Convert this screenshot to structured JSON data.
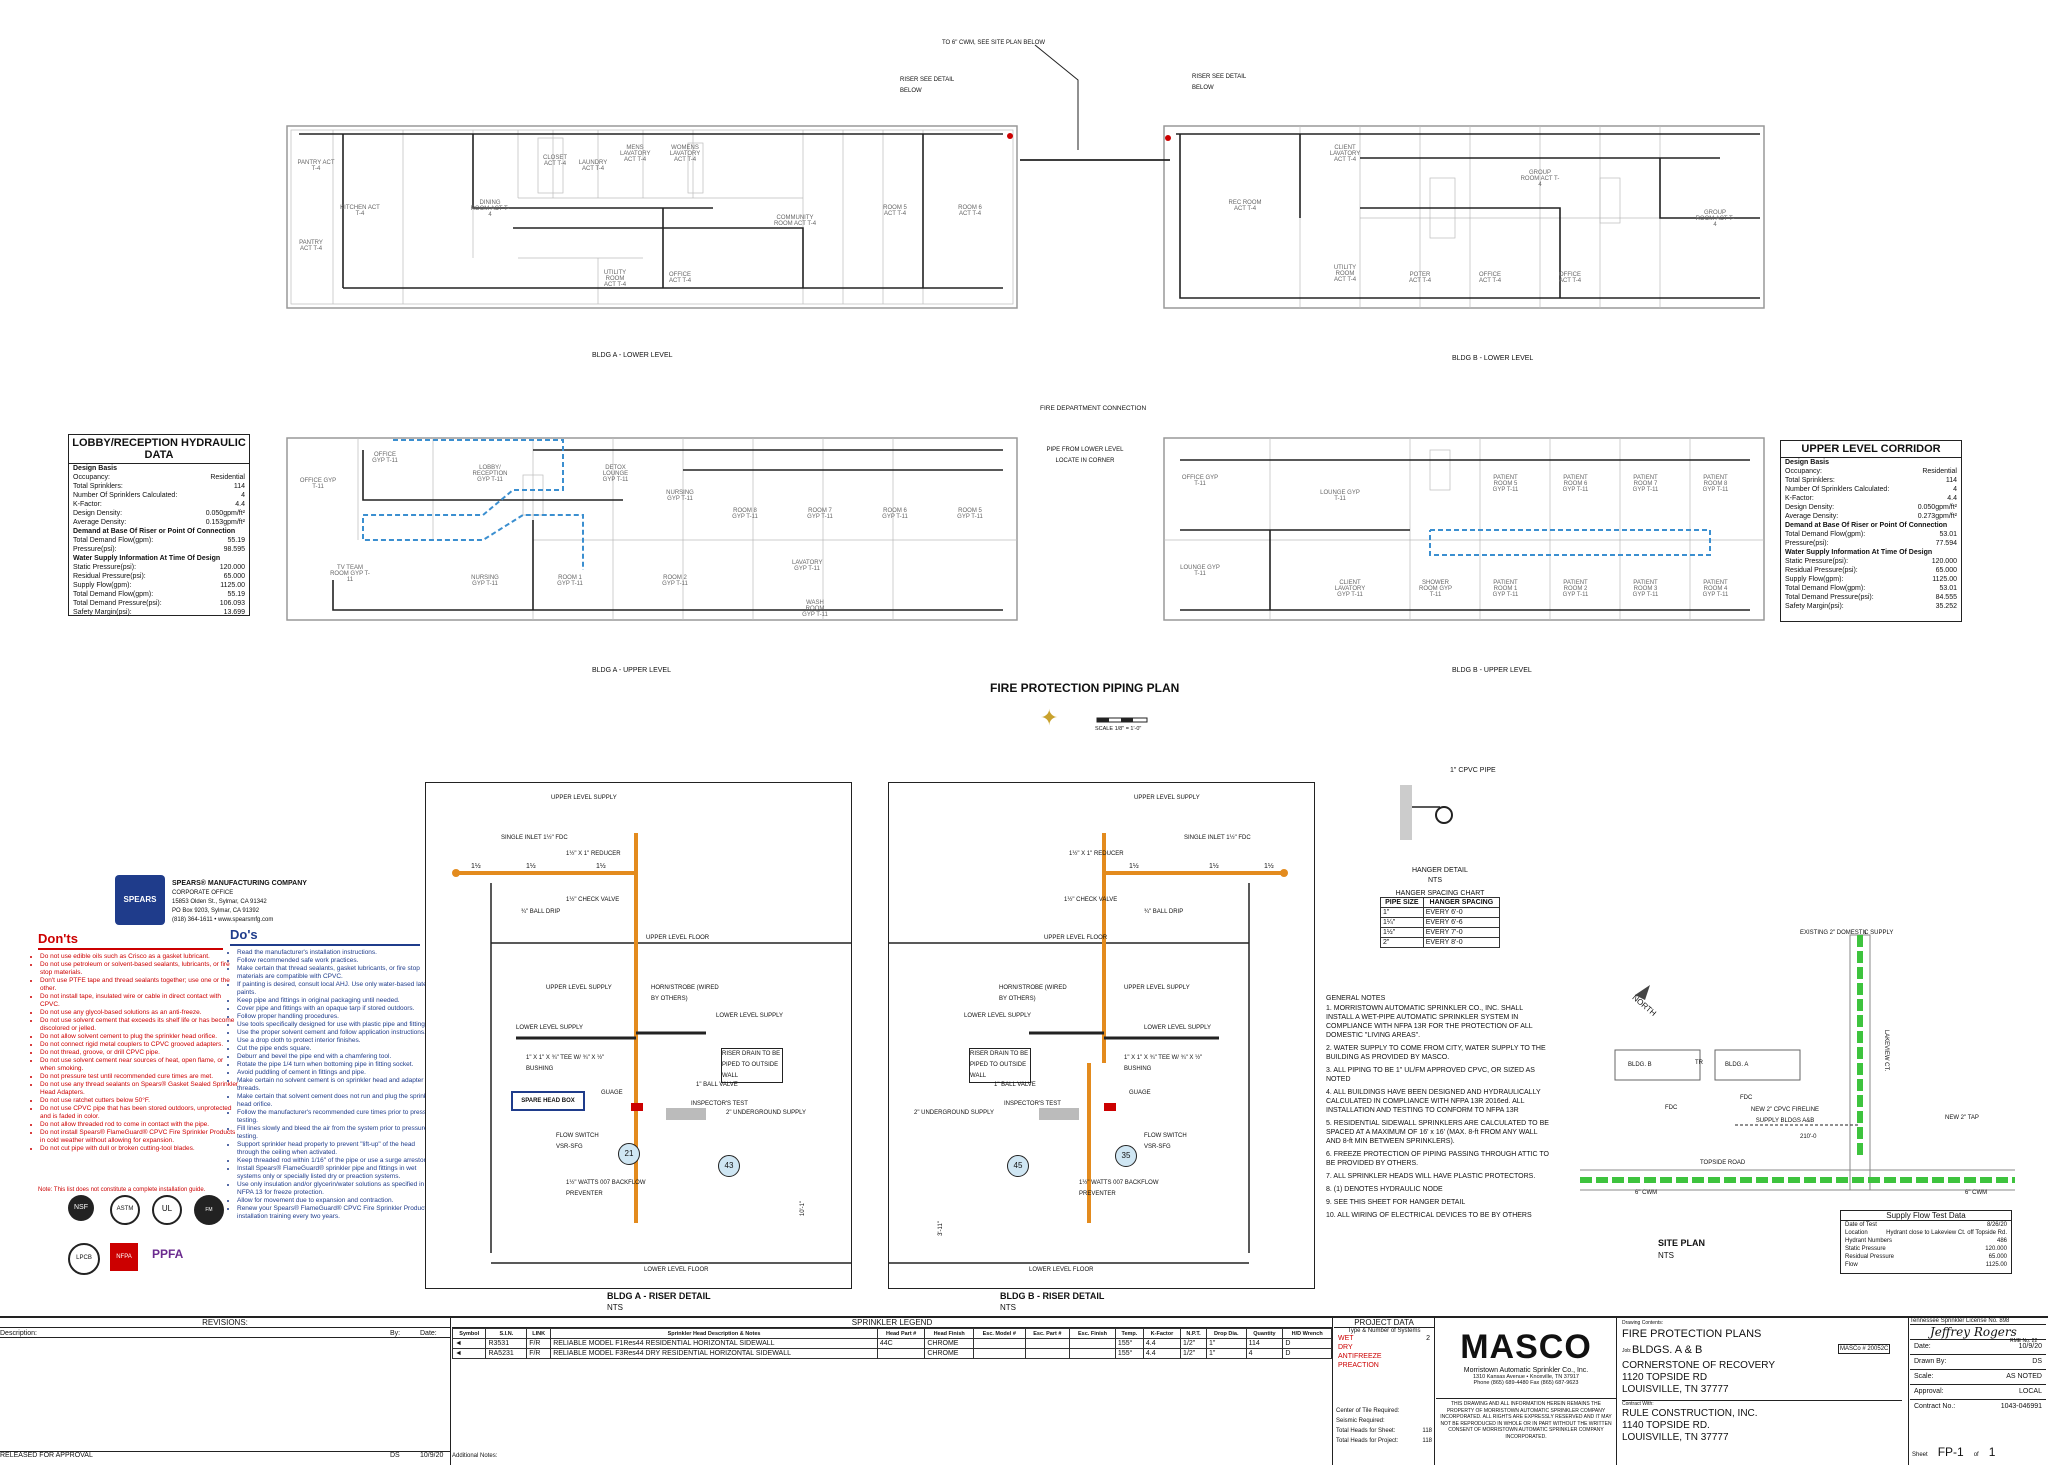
{
  "title": "FIRE PROTECTION PIPING PLAN",
  "plan_labels": {
    "bldg_a_lower": "BLDG A - LOWER LEVEL",
    "bldg_b_lower": "BLDG B - LOWER LEVEL",
    "bldg_a_upper": "BLDG A - UPPER LEVEL",
    "bldg_b_upper": "BLDG B - UPPER LEVEL",
    "to_cwm": "TO 6\" CWM, SEE SITE PLAN BELOW",
    "riser_a": "RISER SEE DETAIL BELOW",
    "riser_b": "RISER SEE DETAIL BELOW",
    "fdc": "FIRE DEPARTMENT CONNECTION",
    "pipe_from_lower": "PIPE FROM LOWER LEVEL LOCATE IN CORNER",
    "scale": "SCALE 1/8\" = 1'-0\""
  },
  "rooms_a_lower": [
    "PANTRY ACT T-4",
    "KITCHEN ACT T-4",
    "DINING ROOM ACT T-4",
    "CLOSET ACT T-4",
    "LAUNDRY ACT T-4",
    "MENS LAVATORY ACT T-4",
    "WOMENS LAVATORY ACT T-4",
    "COMMUNITY ROOM ACT T-4",
    "ROOM 5 ACT T-4",
    "ROOM 6 ACT T-4",
    "UTILITY ROOM ACT T-4",
    "OFFICE ACT T-4",
    "PANTRY ACT T-4"
  ],
  "rooms_b_lower": [
    "REC ROOM ACT T-4",
    "CLIENT LAVATORY ACT T-4",
    "GROUP ROOM ACT T-4",
    "UTILITY ROOM ACT T-4",
    "POTER ACT T-4",
    "OFFICE ACT T-4",
    "OFFICE ACT T-4",
    "GROUP ROOM ACT T-4"
  ],
  "rooms_a_upper": [
    "OFFICE GYP T-11",
    "OFFICE GYP T-11",
    "LOBBY/ RECEPTION GYP T-11",
    "DETOX LOUNGE GYP T-11",
    "NURSING GYP T-11",
    "ROOM 8 GYP T-11",
    "ROOM 7 GYP T-11",
    "ROOM 6 GYP T-11",
    "ROOM 5 GYP T-11",
    "TV TEAM ROOM GYP T-11",
    "NURSING GYP T-11",
    "ROOM 1 GYP T-11",
    "ROOM 2 GYP T-11",
    "LAVATORY GYP T-11",
    "WASH ROOM GYP T-11"
  ],
  "rooms_b_upper": [
    "OFFICE GYP T-11",
    "LOUNGE GYP T-11",
    "PATIENT ROOM 5 GYP T-11",
    "PATIENT ROOM 6 GYP T-11",
    "PATIENT ROOM 7 GYP T-11",
    "PATIENT ROOM 8 GYP T-11",
    "LOUNGE GYP T-11",
    "CLIENT LAVATORY GYP T-11",
    "SHOWER ROOM GYP T-11",
    "PATIENT ROOM 1 GYP T-11",
    "PATIENT ROOM 2 GYP T-11",
    "PATIENT ROOM 3 GYP T-11",
    "PATIENT ROOM 4 GYP T-11"
  ],
  "lobby_calc": {
    "title": "LOBBY/RECEPTION HYDRAULIC DATA",
    "rows": [
      [
        "Design Basis",
        ""
      ],
      [
        "Occupancy:",
        "Residential"
      ],
      [
        "Total Sprinklers:",
        "114"
      ],
      [
        "Number Of Sprinklers Calculated:",
        "4"
      ],
      [
        "K-Factor:",
        "4.4"
      ],
      [
        "Design Density:",
        "0.050gpm/ft²"
      ],
      [
        "Average Density:",
        "0.153gpm/ft²"
      ],
      [
        "Demand at Base Of Riser or Point Of Connection",
        ""
      ],
      [
        "Total Demand Flow(gpm):",
        "55.19"
      ],
      [
        "Pressure(psi):",
        "98.595"
      ],
      [
        "Water Supply Information At Time Of Design",
        ""
      ],
      [
        "Static Pressure(psi):",
        "120.000"
      ],
      [
        "Residual Pressure(psi):",
        "65.000"
      ],
      [
        "Supply Flow(gpm):",
        "1125.00"
      ],
      [
        "Total Demand Flow(gpm):",
        "55.19"
      ],
      [
        "Total Demand Pressure(psi):",
        "106.093"
      ],
      [
        "Safety Margin(psi):",
        "13.699"
      ]
    ]
  },
  "corridor_calc": {
    "title": "UPPER LEVEL CORRIDOR",
    "rows": [
      [
        "Design Basis",
        ""
      ],
      [
        "Occupancy:",
        "Residential"
      ],
      [
        "Total Sprinklers:",
        "114"
      ],
      [
        "Number Of Sprinklers Calculated:",
        "4"
      ],
      [
        "K-Factor:",
        "4.4"
      ],
      [
        "Design Density:",
        "0.050gpm/ft²"
      ],
      [
        "Average Density:",
        "0.273gpm/ft²"
      ],
      [
        "Demand at Base Of Riser or Point Of Connection",
        ""
      ],
      [
        "Total Demand Flow(gpm):",
        "53.01"
      ],
      [
        "Pressure(psi):",
        "77.594"
      ],
      [
        "Water Supply Information At Time Of Design",
        ""
      ],
      [
        "Static Pressure(psi):",
        "120.000"
      ],
      [
        "Residual Pressure(psi):",
        "65.000"
      ],
      [
        "Supply Flow(gpm):",
        "1125.00"
      ],
      [
        "Total Demand Flow(gpm):",
        "53.01"
      ],
      [
        "Total Demand Pressure(psi):",
        "84.555"
      ],
      [
        "Safety Margin(psi):",
        "35.252"
      ]
    ]
  },
  "spears": {
    "name": "SPEARS® MANUFACTURING COMPANY",
    "office": "CORPORATE OFFICE",
    "addr1": "15853 Olden St., Sylmar, CA 91342",
    "addr2": "PO Box 9203, Sylmar, CA 91392",
    "phone": "(818) 364-1611 • www.spearsmfg.com",
    "logo_text": "SPEARS"
  },
  "donts_title": "Don'ts",
  "donts": [
    "Do not use edible oils such as Crisco as a gasket lubricant.",
    "Do not use petroleum or solvent-based sealants, lubricants, or fire stop materials.",
    "Don't use PTFE tape and thread sealants together; use one or the other.",
    "Do not install tape, insulated wire or cable in direct contact with CPVC.",
    "Do not use any glycol-based solutions as an anti-freeze.",
    "Do not use solvent cement that exceeds its shelf life or has become discolored or jelled.",
    "Do not allow solvent cement to plug the sprinkler head orifice.",
    "Do not connect rigid metal couplers to CPVC grooved adapters.",
    "Do not thread, groove, or drill CPVC pipe.",
    "Do not use solvent cement near sources of heat, open flame, or when smoking.",
    "Do not pressure test until recommended cure times are met.",
    "Do not use any thread sealants on Spears® Gasket Sealed Sprinkler Head Adapters.",
    "Do not use ratchet cutters below 50°F.",
    "Do not use CPVC pipe that has been stored outdoors, unprotected and is faded in color.",
    "Do not allow threaded rod to come in contact with the pipe.",
    "Do not install Spears® FlameGuard® CPVC Fire Sprinkler Products in cold weather without allowing for expansion.",
    "Do not cut pipe with dull or broken cutting-tool blades."
  ],
  "donts_note": "Note: This list does not constitute a complete installation guide.",
  "dos_title": "Do's",
  "dos": [
    "Read the manufacturer's installation instructions.",
    "Follow recommended safe work practices.",
    "Make certain that thread sealants, gasket lubricants, or fire stop materials are compatible with CPVC.",
    "If painting is desired, consult local AHJ. Use only water-based latex paints.",
    "Keep pipe and fittings in original packaging until needed.",
    "Cover pipe and fittings with an opaque tarp if stored outdoors.",
    "Follow proper handling procedures.",
    "Use tools specifically designed for use with plastic pipe and fittings.",
    "Use the proper solvent cement and follow application instructions.",
    "Use a drop cloth to protect interior finishes.",
    "Cut the pipe ends square.",
    "Deburr and bevel the pipe end with a chamfering tool.",
    "Rotate the pipe 1/4 turn when bottoming pipe in fitting socket.",
    "Avoid puddling of cement in fittings and pipe.",
    "Make certain no solvent cement is on sprinkler head and adapter threads.",
    "Make certain that solvent cement does not run and plug the sprinkler head orifice.",
    "Follow the manufacturer's recommended cure times prior to pressure testing.",
    "Fill lines slowly and bleed the air from the system prior to pressure testing.",
    "Support sprinkler head properly to prevent \"lift-up\" of the head through the ceiling when activated.",
    "Keep threaded rod within 1/16\" of the pipe or use a surge arrestor.",
    "Install Spears® FlameGuard® sprinkler pipe and fittings in wet systems only or specially listed dry or preaction systems.",
    "Use only insulation and/or glycerin/water solutions as specified in NFPA 13 for freeze protection.",
    "Allow for movement due to expansion and contraction.",
    "Renew your Spears® FlameGuard® CPVC Fire Sprinkler Products installation training every two years."
  ],
  "badges": [
    "NSF",
    "ASTM",
    "UL",
    "FM APPROVED",
    "LPCB",
    "NFPA",
    "PPFA"
  ],
  "riser_a": {
    "title": "BLDG A - RISER DETAIL",
    "nts": "NTS",
    "labels": {
      "uls": "UPPER LEVEL SUPPLY",
      "fdc": "SINGLE INLET 1½\" FDC",
      "reducer": "1½\" X 1\" REDUCER",
      "check": "1½\" CHECK VALVE",
      "drip": "¾\" BALL DRIP",
      "ulf": "UPPER LEVEL FLOOR",
      "uls2": "UPPER LEVEL SUPPLY",
      "horn": "HORN/STROBE (WIRED BY OTHERS)",
      "lls": "LOWER LEVEL SUPPLY",
      "lls2": "LOWER LEVEL SUPPLY",
      "tee": "1\" X 1\" X ¾\" TEE W/ ¾\" X ½\" BUSHING",
      "drain": "RISER DRAIN TO BE PIPED TO OUTSIDE WALL",
      "ball": "1\" BALL VALVE",
      "gauge": "GUAGE",
      "insp": "INSPECTOR'S TEST",
      "ug": "2\" UNDERGROUND SUPPLY",
      "flow": "FLOW SWITCH VSR-SFG",
      "backflow": "1½\" WATTS 007 BACKFLOW PREVENTER",
      "llf": "LOWER LEVEL FLOOR",
      "spare": "SPARE HEAD BOX",
      "pipe1": "1½",
      "pipe2": "1½",
      "pipe3": "1½",
      "node1": "21",
      "node2": "43",
      "dim": "10'-1\""
    }
  },
  "riser_b": {
    "title": "BLDG B - RISER DETAIL",
    "nts": "NTS",
    "labels": {
      "uls": "UPPER LEVEL SUPPLY",
      "fdc": "SINGLE INLET 1½\" FDC",
      "reducer": "1½\" X 1\" REDUCER",
      "check": "1½\" CHECK VALVE",
      "drip": "¾\" BALL DRIP",
      "ulf": "UPPER LEVEL FLOOR",
      "uls2": "UPPER LEVEL SUPPLY",
      "horn": "HORN/STROBE (WIRED BY OTHERS)",
      "lls": "LOWER LEVEL SUPPLY",
      "lls2": "LOWER LEVEL SUPPLY",
      "tee": "1\" X 1\" X ¾\" TEE W/ ¾\" X ½\" BUSHING",
      "drain": "RISER DRAIN TO BE PIPED TO OUTSIDE WALL",
      "ball": "1\" BALL VALVE",
      "gauge": "GUAGE",
      "insp": "INSPECTOR'S TEST",
      "ug": "2\" UNDERGROUND SUPPLY",
      "flow": "FLOW SWITCH VSR-SFG",
      "backflow": "1½\" WATTS 007 BACKFLOW PREVENTER",
      "llf": "LOWER LEVEL FLOOR",
      "pipe1": "1½",
      "pipe2": "1½",
      "pipe3": "1½",
      "node1": "45",
      "node2": "35",
      "dim": "3'-11\""
    }
  },
  "hanger": {
    "pipe_label": "1\" CPVC PIPE",
    "title": "HANGER DETAIL",
    "nts": "NTS",
    "chart_title": "HANGER SPACING CHART",
    "headers": [
      "PIPE SIZE",
      "HANGER SPACING"
    ],
    "rows": [
      [
        "1\"",
        "EVERY 6'-0"
      ],
      [
        "1¼\"",
        "EVERY 6'-6"
      ],
      [
        "1½\"",
        "EVERY 7'-0"
      ],
      [
        "2\"",
        "EVERY 8'-0"
      ]
    ]
  },
  "notes": {
    "title": "GENERAL NOTES",
    "items": [
      "1. MORRISTOWN AUTOMATIC SPRINKLER CO., INC. SHALL INSTALL A WET-PIPE AUTOMATIC SPRINKLER SYSTEM IN COMPLIANCE WITH NFPA 13R FOR THE PROTECTION OF ALL DOMESTIC \"LIVING AREAS\".",
      "2. WATER SUPPLY TO COME FROM CITY, WATER SUPPLY TO THE BUILDING AS PROVIDED BY MASCO.",
      "3. ALL PIPING TO BE 1\" UL/FM APPROVED CPVC, OR SIZED AS NOTED",
      "4. ALL BUILDINGS HAVE BEEN DESIGNED AND HYDRAULICALLY CALCULATED IN COMPLIANCE WITH NFPA 13R 2016ed. ALL INSTALLATION AND TESTING TO CONFORM TO NFPA 13R",
      "5. RESIDENTIAL SIDEWALL SPRINKLERS ARE CALCULATED TO BE SPACED AT A MAXIMUM OF 16' x 16' (MAX. 8-ft FROM ANY WALL AND 8-ft MIN BETWEEN SPRINKLERS).",
      "6. FREEZE PROTECTION OF PIPING PASSING THROUGH ATTIC TO BE PROVIDED BY OTHERS.",
      "7. ALL SPRINKLER HEADS WILL HAVE PLASTIC PROTECTORS.",
      "8. (1) DENOTES HYDRAULIC NODE",
      "9. SEE THIS SHEET FOR HANGER DETAIL",
      "10. ALL WIRING OF ELECTRICAL DEVICES TO BE BY OTHERS"
    ]
  },
  "site": {
    "title": "SITE PLAN",
    "nts": "NTS",
    "north": "NORTH",
    "existing": "EXISTING 2\" DOMESTIC SUPPLY",
    "lakeview": "LAKEVIEW CT.",
    "new_tap": "NEW 2\" TAP",
    "new_cpvc": "NEW 2\" CPVC FIRELINE SUPPLY BLDGS A&B",
    "road": "TOPSIDE ROAD",
    "cwm1": "6\" CWM",
    "cwm2": "6\" CWM",
    "bldg_b": "BLDG. B",
    "bldg_a": "BLDG. A",
    "fdc1": "FDC",
    "fdc2": "FDC",
    "tr": "TR",
    "len": "210'-0"
  },
  "flow_test": {
    "title": "Supply Flow Test Data",
    "rows": [
      [
        "Date of Test",
        "8/26/20"
      ],
      [
        "Location",
        "Hydrant close to Lakeview Ct. off Topside Rd."
      ],
      [
        "Hydrant Numbers",
        "486"
      ],
      [
        "Static Pressure",
        "120.000"
      ],
      [
        "Residual Pressure",
        "65.000"
      ],
      [
        "Flow",
        "1125.00"
      ]
    ]
  },
  "revisions": {
    "title": "REVISIONS:",
    "headers": [
      "Description:",
      "By:",
      "Date:"
    ],
    "rows": [
      [
        "RELEASED FOR APPROVAL",
        "DS",
        "10/9/20"
      ]
    ]
  },
  "legend": {
    "title": "SPRINKLER LEGEND",
    "headers": [
      "Symbol",
      "S.I.N.",
      "LINK",
      "Sprinkler Head Description & Notes",
      "Head Part #",
      "Head Finish",
      "Esc. Model #",
      "Esc. Part #",
      "Esc. Finish",
      "Temp.",
      "K-Factor",
      "N.P.T.",
      "Drop Dia.",
      "Quantity",
      "H/D Wrench"
    ],
    "rows": [
      [
        "◄",
        "R3531",
        "F/R",
        "RELIABLE MODEL F1Res44 RESIDENTIAL HORIZONTAL SIDEWALL",
        "44C",
        "CHROME",
        "",
        "",
        "",
        "155°",
        "4.4",
        "1/2\"",
        "1\"",
        "114",
        "D"
      ],
      [
        "◄",
        "RA5231",
        "F/R",
        "RELIABLE MODEL F3Res44 DRY RESIDENTIAL HORIZONTAL SIDEWALL",
        "",
        "CHROME",
        "",
        "",
        "",
        "155°",
        "4.4",
        "1/2\"",
        "1\"",
        "4",
        "D"
      ]
    ],
    "additional": "Additional Notes:"
  },
  "project": {
    "title": "PROJECT DATA",
    "type_label": "Type & Number of Systems",
    "types": [
      [
        "WET",
        "2"
      ],
      [
        "DRY",
        ""
      ],
      [
        "ANTIFREEZE",
        ""
      ],
      [
        "PREACTION",
        ""
      ]
    ],
    "center_title": "Center of Tile Required:",
    "seismic": "Seismic Required:",
    "heads_sheet_label": "Total Heads for Sheet:",
    "heads_sheet": "118",
    "heads_project_label": "Total Heads for Project:",
    "heads_project": "118"
  },
  "masco": {
    "logo": "MASCO",
    "company": "Morristown Automatic Sprinkler Co., Inc.",
    "addr": "1310 Kansas Avenue • Knoxville, TN 37917",
    "phone": "Phone (865) 689-4480 Fax (865) 687-9623",
    "disclaimer": "THIS DRAWING AND ALL INFORMATION HEREIN REMAINS THE PROPERTY OF MORRISTOWN AUTOMATIC SPRINKLER COMPANY INCORPORATED. ALL RIGHTS ARE EXPRESSLY RESERVED AND IT MAY NOT BE REPRODUCED IN WHOLE OR IN PART WITHOUT THE WRITTEN CONSENT OF MORRISTOWN AUTOMATIC SPRINKLER COMPANY INCORPORATED."
  },
  "drawing": {
    "contents_label": "Drawing Contents:",
    "contents": "FIRE PROTECTION PLANS",
    "job_label": "Job:",
    "job": "BLDGS. A & B",
    "masco_no": "MASCo # 20052C",
    "project_name": "CORNERSTONE OF RECOVERY",
    "addr1": "1120 TOPSIDE RD",
    "addr2": "LOUISVILLE, TN   37777",
    "contract_label": "Contract With:",
    "contractor": "RULE CONSTRUCTION, INC.",
    "c_addr1": "1140 TOPSIDE RD.",
    "c_addr2": "LOUISVILLE, TN 37777"
  },
  "license": {
    "title": "Tennessee Sprinkler License No. 898",
    "signature": "Jeffrey Rogers",
    "rme": "RME No.",
    "rme_num": "22",
    "fields": [
      [
        "Date:",
        "10/9/20"
      ],
      [
        "Drawn By:",
        "DS"
      ],
      [
        "Scale:",
        "AS NOTED"
      ],
      [
        "Approval:",
        "LOCAL"
      ],
      [
        "Contract No.:",
        "1043-046991"
      ]
    ],
    "sheet_label": "Sheet",
    "sheet": "FP-1",
    "of": "of",
    "total": "1"
  }
}
